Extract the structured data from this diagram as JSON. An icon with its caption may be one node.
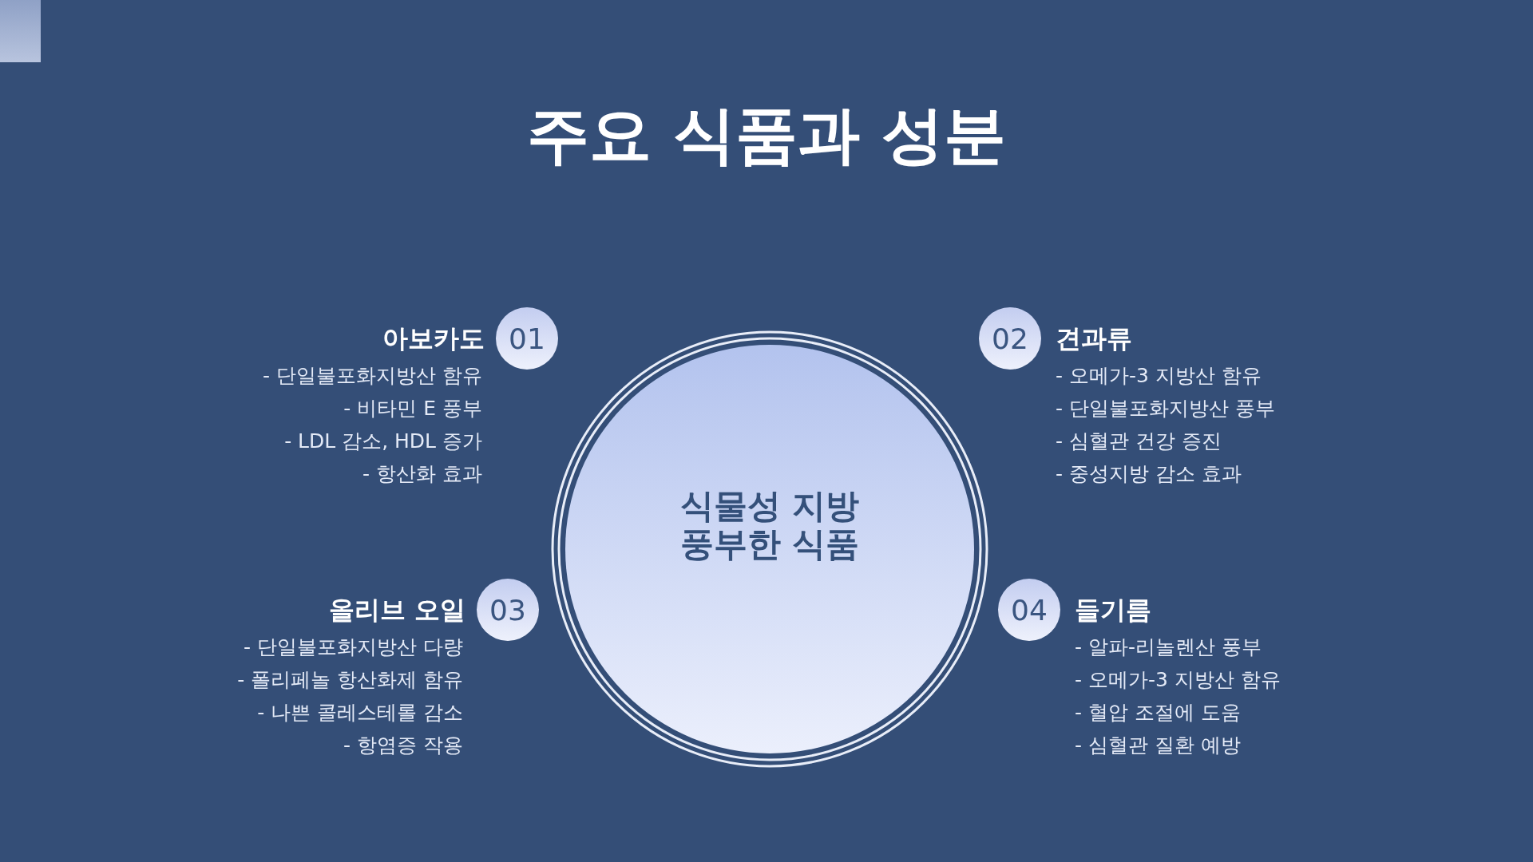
{
  "diagram": {
    "title": "주요 식품과 성분",
    "nodes": [
      {
        "text": [
          "식물성 지방 풍부한 식품"
        ]
      },
      {
        "text": [
          "01"
        ],
        "beside": [
          "아보카도",
          "- 단일불포화지방산 함유",
          "- 비타민 E 풍부",
          "- LDL 감소, HDL 증가",
          "- 항산화 효과"
        ]
      },
      {
        "text": [
          "02"
        ],
        "beside": [
          "견과류",
          "- 오메가-3 지방산 함유",
          "- 단일불포화지방산 풍부",
          "- 심혈관 건강 증진",
          "- 중성지방 감소 효과"
        ]
      },
      {
        "text": [
          "03"
        ],
        "beside": [
          "올리브 오일",
          "- 단일불포화지방산 다량",
          "- 폴리페놀 항산화제 함유",
          "- 나쁜 콜레스테롤 감소",
          "- 항염증 작용"
        ]
      },
      {
        "text": [
          "04"
        ],
        "beside": [
          "들기름",
          "- 알파-리놀렌산 풍부",
          "- 오메가-3 지방산 함유",
          "- 혈압 조절에 도움",
          "- 심혈관 질환 예방"
        ]
      }
    ],
    "edges": []
  }
}
